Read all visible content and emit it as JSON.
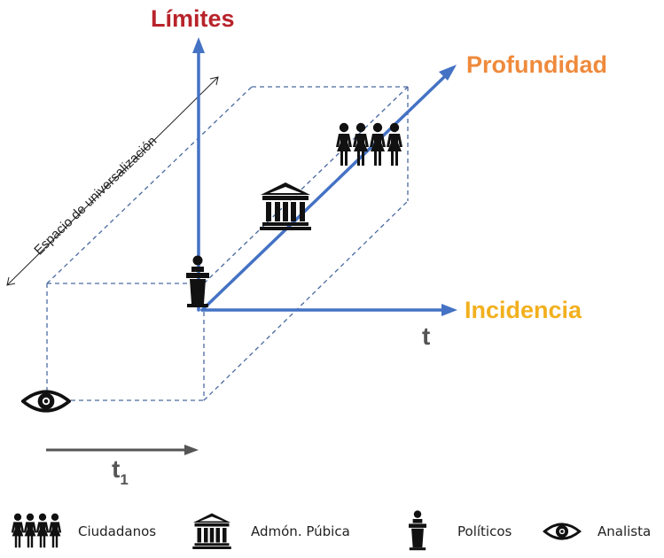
{
  "axes": {
    "vertical": {
      "label": "Límites",
      "color": "#b8232b"
    },
    "diagonal": {
      "label": "Profundidad",
      "color": "#ef8a3c"
    },
    "horizontal": {
      "label": "Incidencia",
      "color": "#f2b01e"
    },
    "time": {
      "label": "t"
    }
  },
  "universalization": {
    "label": "Espacio de universalización"
  },
  "time_arrow": {
    "label": "t",
    "subscript": "1"
  },
  "legend": [
    {
      "icon": "citizens-icon",
      "label": "Ciudadanos"
    },
    {
      "icon": "public-building-icon",
      "label": "Admón. Púbica"
    },
    {
      "icon": "politician-icon",
      "label": "Políticos"
    },
    {
      "icon": "eye-icon",
      "label": "Analista"
    }
  ],
  "colors": {
    "axis_blue": "#4472c4",
    "dashed": "#4a6aa0",
    "grey_arrow": "#555555"
  }
}
